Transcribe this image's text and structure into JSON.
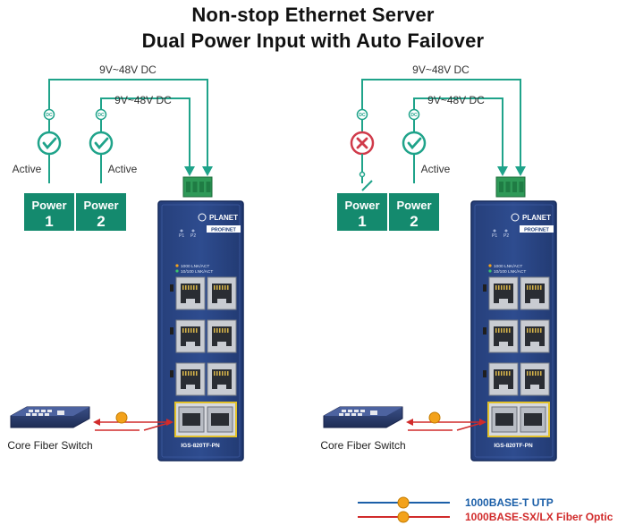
{
  "title_line1": "Non-stop Ethernet Server",
  "title_line2": "Dual Power Input with Auto Failover",
  "panels": [
    {
      "voltage_outer": "9V~48V DC",
      "voltage_inner": "9V~48V DC",
      "dc_label": "DC",
      "power1": {
        "word": "Power",
        "num": "1",
        "status": "Active",
        "state": "ok"
      },
      "power2": {
        "word": "Power",
        "num": "2",
        "status": "Active",
        "state": "ok"
      },
      "switch": {
        "brand": "PLANET",
        "badge": "PROFINET",
        "p1": "P1",
        "p2": "P2",
        "led1": "1000   LNK/ACT",
        "led2": "10/100  LNK/ACT",
        "model": "IGS-820TF-PN"
      },
      "core_label": "Core Fiber Switch"
    },
    {
      "voltage_outer": "9V~48V DC",
      "voltage_inner": "9V~48V DC",
      "dc_label": "DC",
      "power1": {
        "word": "Power",
        "num": "1",
        "status": "",
        "state": "fail"
      },
      "power2": {
        "word": "Power",
        "num": "2",
        "status": "Active",
        "state": "ok"
      },
      "switch": {
        "brand": "PLANET",
        "badge": "PROFINET",
        "p1": "P1",
        "p2": "P2",
        "led1": "1000   LNK/ACT",
        "led2": "10/100  LNK/ACT",
        "model": "IGS-820TF-PN"
      },
      "core_label": "Core Fiber Switch"
    }
  ],
  "legend": [
    {
      "label": "1000BASE-T UTP",
      "color": "#1b5fa8",
      "text_color": "#1b5fa8"
    },
    {
      "label": "1000BASE-SX/LX Fiber Optic",
      "color": "#d12b2b",
      "text_color": "#d12b2b"
    }
  ],
  "colors": {
    "teal": "#1fa38a",
    "power_box": "#148a6e",
    "switch_body": "#1d3c78",
    "ok": "#1fa38a",
    "fail": "#d03a4a",
    "orange": "#f3a21b"
  }
}
